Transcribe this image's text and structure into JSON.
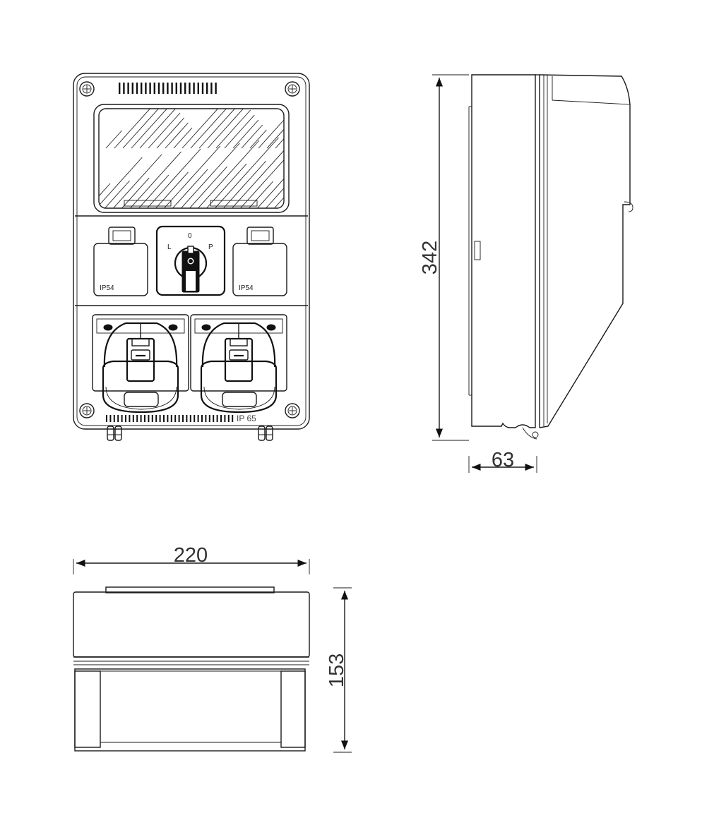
{
  "dimensions": {
    "height_label": "342",
    "depth_label": "63",
    "width_label": "220",
    "bottom_height_label": "153"
  },
  "front_view": {
    "switch": {
      "pos_zero": "0",
      "pos_left": "L",
      "pos_right": "P"
    },
    "left_socket_rating": "IP54",
    "right_socket_rating": "IP54",
    "enclosure_rating": "IP 65"
  },
  "colors": {
    "line": "#1a1a1a",
    "dimension_text": "#333333",
    "background": "#ffffff"
  }
}
